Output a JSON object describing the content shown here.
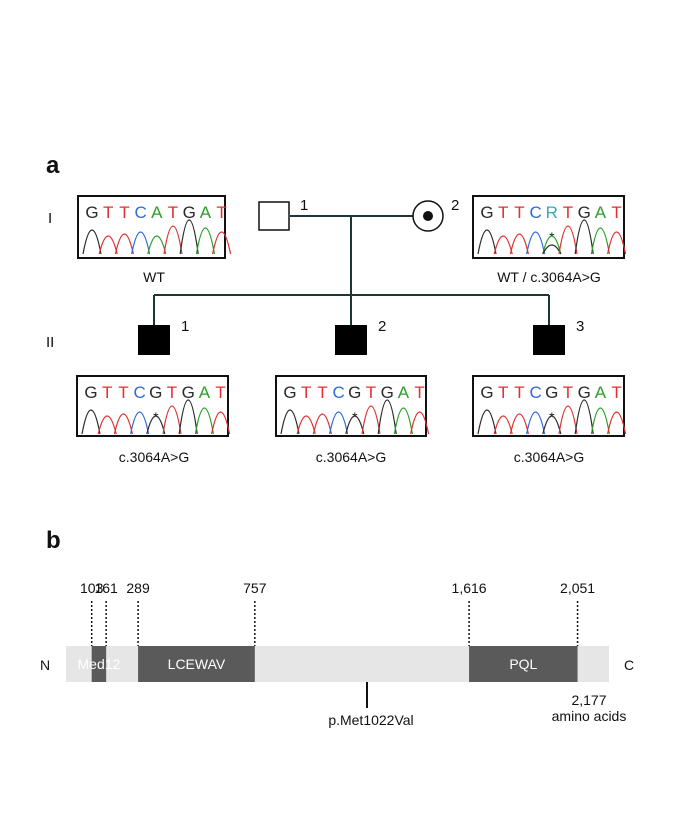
{
  "panel_a": {
    "label": "a",
    "generations": [
      "I",
      "II"
    ],
    "father": {
      "number": "1",
      "chromatogram": {
        "bases": [
          "G",
          "T",
          "T",
          "C",
          "A",
          "T",
          "G",
          "A",
          "T"
        ],
        "marker": "",
        "caption": "WT"
      }
    },
    "mother": {
      "number": "2",
      "chromatogram": {
        "bases": [
          "G",
          "T",
          "T",
          "C",
          "R",
          "T",
          "G",
          "A",
          "T"
        ],
        "marker": "*",
        "caption": "WT / c.3064A>G"
      }
    },
    "children": [
      {
        "number": "1",
        "chromatogram": {
          "bases": [
            "G",
            "T",
            "T",
            "C",
            "G",
            "T",
            "G",
            "A",
            "T"
          ],
          "marker": "*",
          "caption": "c.3064A>G"
        }
      },
      {
        "number": "2",
        "chromatogram": {
          "bases": [
            "G",
            "T",
            "T",
            "C",
            "G",
            "T",
            "G",
            "A",
            "T"
          ],
          "marker": "*",
          "caption": "c.3064A>G"
        }
      },
      {
        "number": "3",
        "chromatogram": {
          "bases": [
            "G",
            "T",
            "T",
            "C",
            "G",
            "T",
            "G",
            "A",
            "T"
          ],
          "marker": "*",
          "caption": "c.3064A>G"
        }
      }
    ]
  },
  "panel_b": {
    "label": "b",
    "n_term": "N",
    "c_term": "C",
    "protein_length": 2177,
    "length_label_number": "2,177",
    "length_label_unit": "amino acids",
    "positions": [
      {
        "label": "103",
        "value": 103
      },
      {
        "label": "161",
        "value": 161
      },
      {
        "label": "289",
        "value": 289
      },
      {
        "label": "757",
        "value": 757
      },
      {
        "label": "1,616",
        "value": 1616
      },
      {
        "label": "2,051",
        "value": 2051
      }
    ],
    "domains": [
      {
        "name": "Med12",
        "start": 103,
        "end": 161
      },
      {
        "name": "LCEWAV",
        "start": 289,
        "end": 757
      },
      {
        "name": "PQL",
        "start": 1616,
        "end": 2051
      }
    ],
    "variant": {
      "label": "p.Met1022Val",
      "position": 1022
    }
  },
  "colors": {
    "base_G": "#2a2a2a",
    "base_T": "#e03030",
    "base_C": "#2f6bd6",
    "base_A": "#2aa02a",
    "base_R": "#38a7c4",
    "domain_fill": "#5a5a5a",
    "protein_bar": "#e6e6e6",
    "pedigree_line": "#1e3535"
  }
}
